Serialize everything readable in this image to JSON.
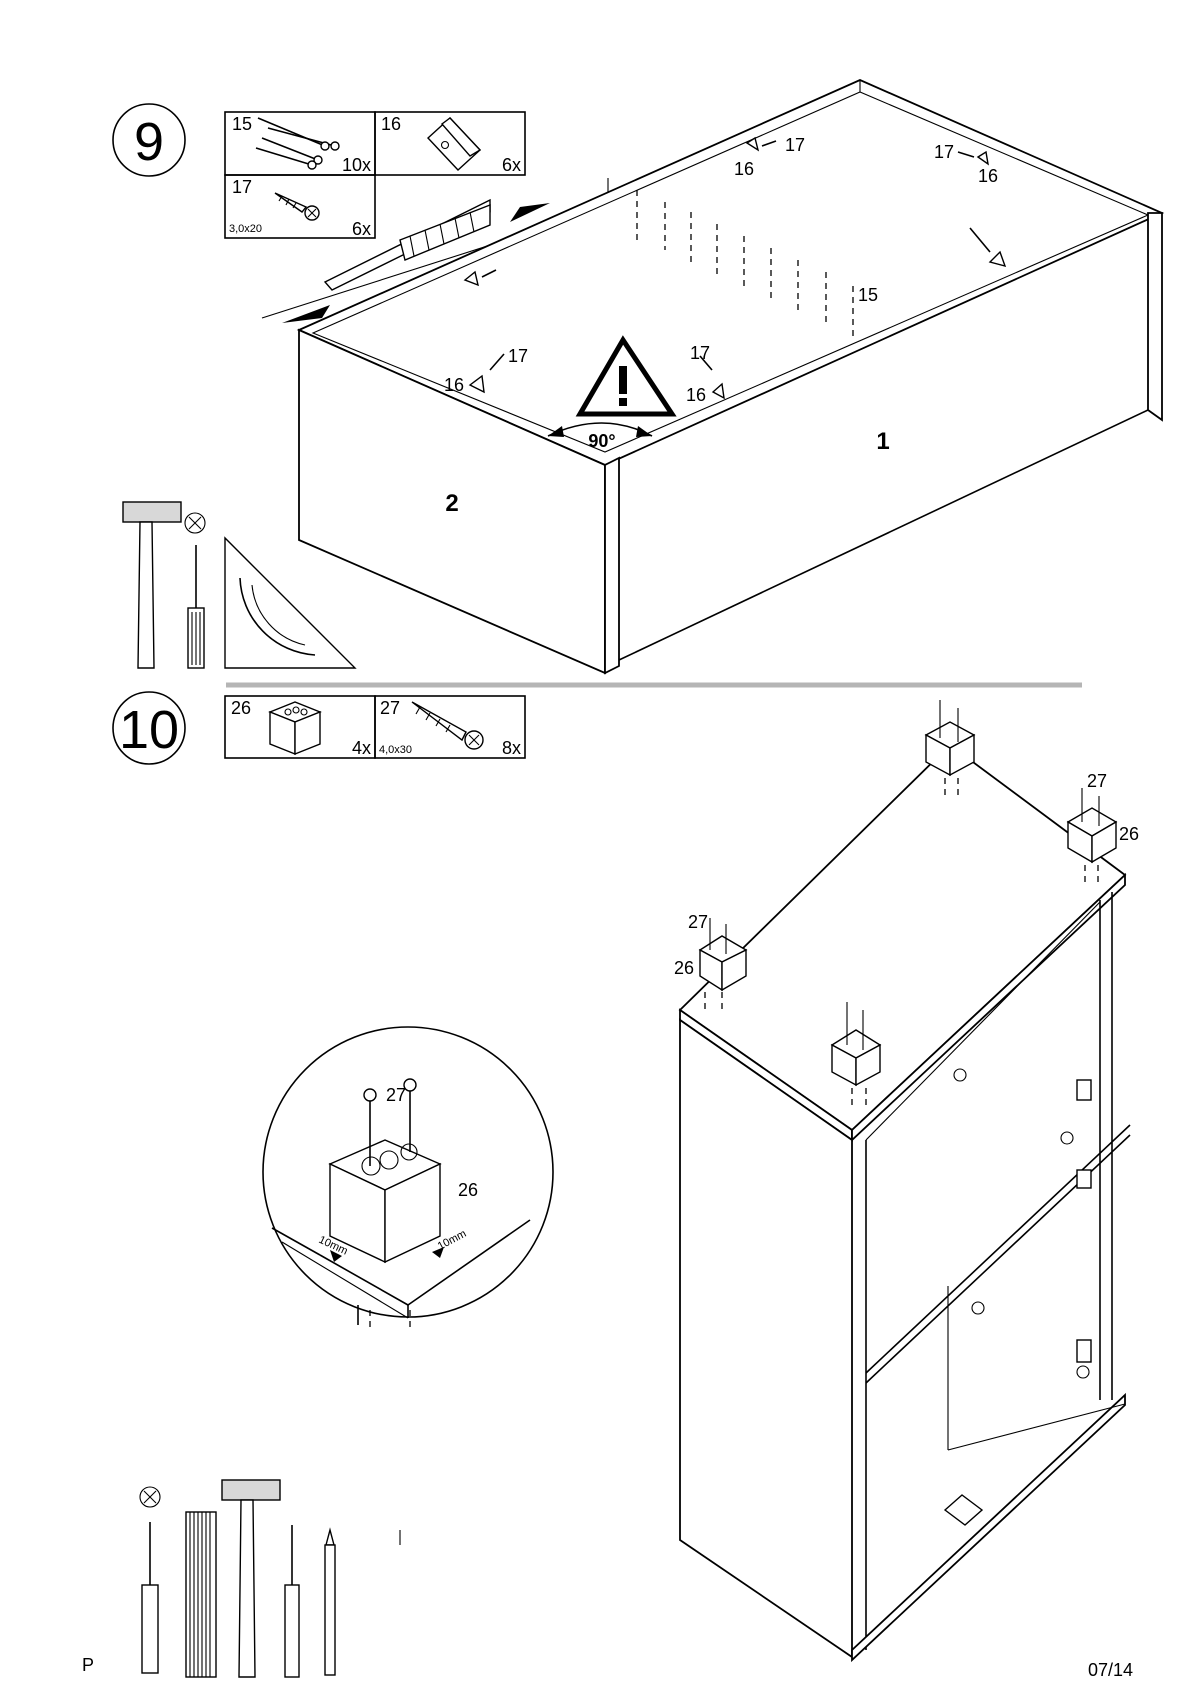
{
  "page": {
    "language_marker": "P",
    "page_number": "07/14"
  },
  "step9": {
    "step_number": "9",
    "parts": [
      {
        "id": "15",
        "qty": "10x",
        "icon": "nail-icon",
        "size": ""
      },
      {
        "id": "16",
        "qty": "6x",
        "icon": "corner-block-icon",
        "size": ""
      },
      {
        "id": "17",
        "qty": "6x",
        "icon": "screw-icon",
        "size": "3,0x20"
      }
    ],
    "callouts": {
      "p15": "15",
      "p16": "16",
      "p17": "17"
    },
    "panel_labels": {
      "panel_1": "1",
      "panel_2": "2"
    },
    "angle": "90°",
    "tools": [
      "hammer-icon",
      "phillips-screwdriver-icon",
      "set-square-icon"
    ]
  },
  "step10": {
    "step_number": "10",
    "parts": [
      {
        "id": "26",
        "qty": "4x",
        "icon": "foot-block-icon",
        "size": ""
      },
      {
        "id": "27",
        "qty": "8x",
        "icon": "screw-icon",
        "size": "4,0x30"
      }
    ],
    "callouts": {
      "p26": "26",
      "p27": "27"
    },
    "detail": {
      "offset_a": "10mm",
      "offset_b": "10mm"
    },
    "tools": [
      "phillips-screwdriver-icon",
      "folding-rule-icon",
      "hammer-icon",
      "awl-icon",
      "pencil-icon"
    ]
  }
}
